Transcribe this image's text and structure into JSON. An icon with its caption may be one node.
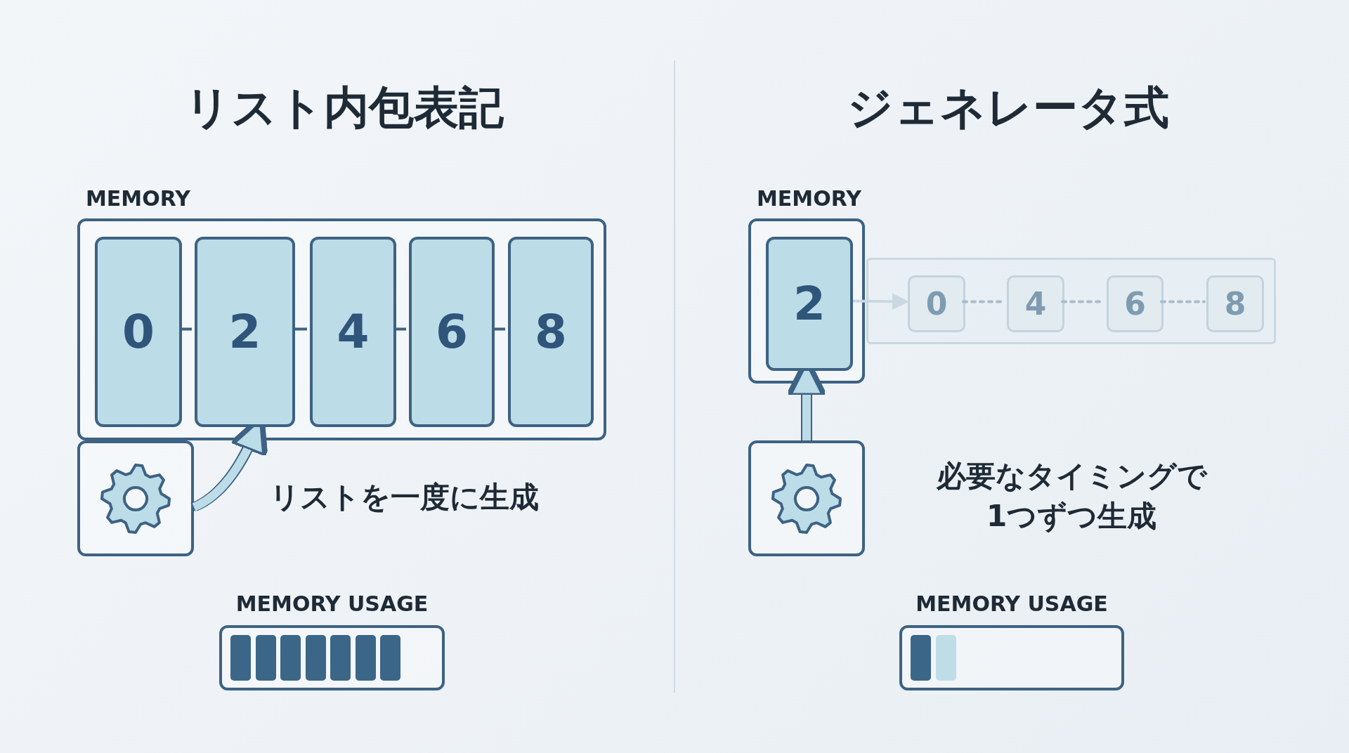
{
  "diagram": {
    "nodes": [
      {
        "text": [
          "MEMORY"
        ]
      },
      {
        "text": [
          "0"
        ],
        "in": 0
      },
      {
        "text": [
          "2"
        ],
        "in": 0
      },
      {
        "text": [
          "4"
        ],
        "in": 0
      },
      {
        "text": [
          "6"
        ],
        "in": 0
      },
      {
        "text": [
          "8"
        ],
        "in": 0
      },
      {
        "text": [],
        "shape": "box"
      },
      {
        "text": [
          "MEMORY"
        ]
      },
      {
        "text": [
          "2"
        ],
        "in": 7
      },
      {
        "text": [],
        "shape": "bar"
      },
      {
        "text": [
          "0"
        ],
        "in": 9
      },
      {
        "text": [
          "4"
        ],
        "in": 9
      },
      {
        "text": [
          "6"
        ],
        "in": 9
      },
      {
        "text": [
          "8"
        ],
        "in": 9
      },
      {
        "text": [],
        "shape": "box"
      },
      {
        "text": [
          "MEMORY USAGE"
        ]
      },
      {
        "text": [
          "MEMORY USAGE"
        ]
      }
    ],
    "edges": [
      {
        "from": 1,
        "to": 2,
        "arrow": "none"
      },
      {
        "from": 2,
        "to": 3,
        "arrow": "none"
      },
      {
        "from": 3,
        "to": 4,
        "arrow": "none"
      },
      {
        "from": 4,
        "to": 5,
        "arrow": "none"
      },
      {
        "from": 6,
        "to": 2,
        "arrow": "to",
        "style": "thick",
        "color": "#bcdce8"
      },
      {
        "from": 8,
        "to": 10,
        "arrow": "to",
        "color": "#c9d8e2"
      },
      {
        "from": 10,
        "to": 11,
        "arrow": "none",
        "style": "dashed",
        "color": "#a9bccb"
      },
      {
        "from": 11,
        "to": 12,
        "arrow": "none",
        "style": "dashed",
        "color": "#a9bccb"
      },
      {
        "from": 12,
        "to": 13,
        "arrow": "none",
        "style": "dashed",
        "color": "#a9bccb"
      },
      {
        "from": 14,
        "to": 8,
        "arrow": "to",
        "style": "thick",
        "color": "#bcdce8"
      }
    ],
    "labels": [
      "リスト内包表記",
      "ジェネレータ式",
      "リストを一度に生成",
      "必要なタイミングで1つずつ生成"
    ]
  }
}
